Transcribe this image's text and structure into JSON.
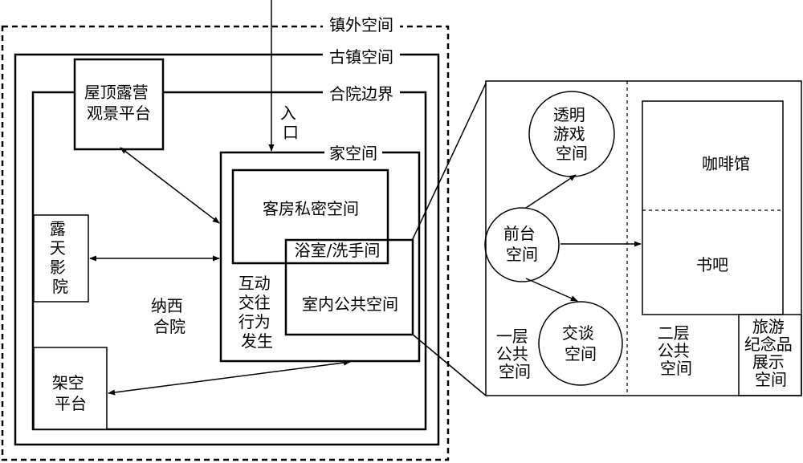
{
  "labels": {
    "town_outer_space": "镇外空间",
    "ancient_town_space": "古镇空间",
    "courtyard_boundary": "合院边界",
    "entrance": [
      "入",
      "口"
    ],
    "rooftop_platform": [
      "屋顶露营",
      "观景平台"
    ],
    "home_space": "家空间",
    "guest_room_private": "客房私密空间",
    "bathroom": "浴室/洗手间",
    "indoor_public_space": "室内公共空间",
    "interaction_occurs": [
      "互动",
      "交往",
      "行为",
      "发生"
    ],
    "open_air_cinema": [
      "露",
      "天",
      "影",
      "院"
    ],
    "naxi_courtyard": [
      "纳西",
      "合院"
    ],
    "stilt_platform": [
      "架空",
      "平台"
    ]
  },
  "detail": {
    "transparent_game_space": [
      "透明",
      "游戏",
      "空间"
    ],
    "front_desk_space": [
      "前台",
      "空间"
    ],
    "talk_space": [
      "交谈",
      "空间"
    ],
    "first_floor_public": [
      "一层",
      "公共",
      "空间"
    ],
    "cafe": "咖啡馆",
    "book_bar": "书吧",
    "second_floor_public": [
      "二层",
      "公共",
      "空间"
    ],
    "souvenir_space": [
      "旅游",
      "纪念品",
      "展示",
      "空间"
    ]
  }
}
